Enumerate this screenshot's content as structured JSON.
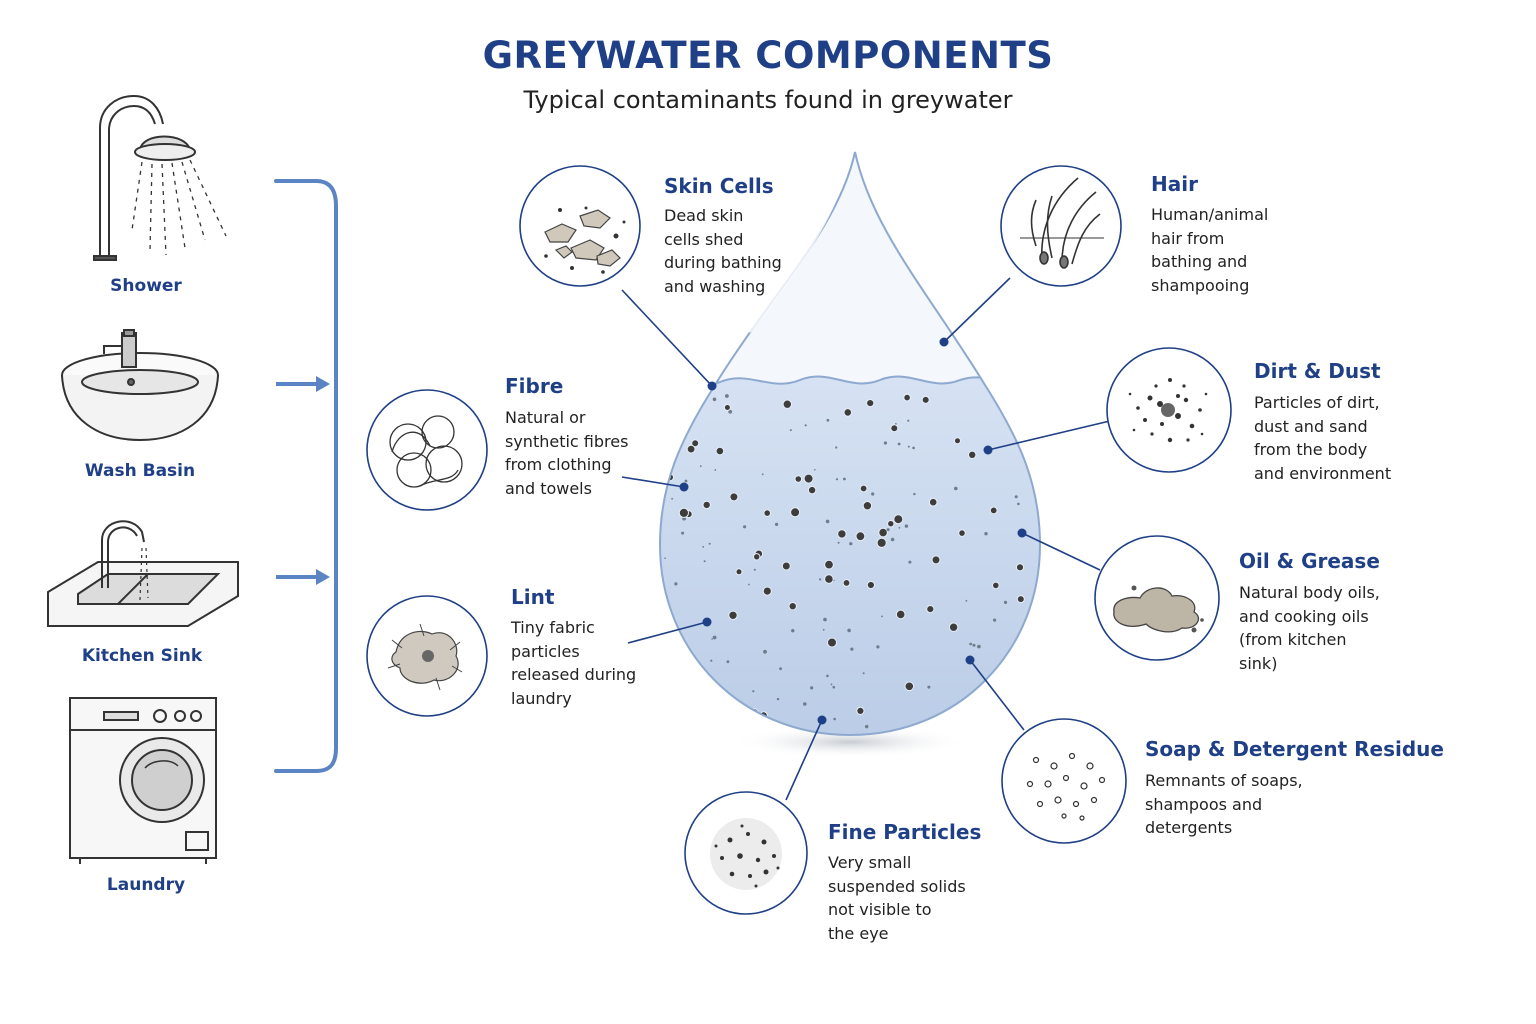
{
  "title": "GREYWATER COMPONENTS",
  "subtitle": "Typical contaminants found in greywater",
  "colors": {
    "accent": "#1f3f86",
    "bracket": "#5b84c4",
    "water": "#c9d8ee",
    "water_edge": "#8ea9cf"
  },
  "sources": [
    {
      "label": "Shower",
      "icon": "shower-icon"
    },
    {
      "label": "Wash Basin",
      "icon": "wash-basin-icon"
    },
    {
      "label": "Kitchen Sink",
      "icon": "kitchen-sink-icon"
    },
    {
      "label": "Laundry",
      "icon": "washing-machine-icon"
    }
  ],
  "components": {
    "skin_cells": {
      "title": "Skin Cells",
      "description": "Dead skin\ncells shed\nduring bathing\nand washing"
    },
    "hair": {
      "title": "Hair",
      "description": "Human/animal\nhair from\nbathing and\nshampooing"
    },
    "fibre": {
      "title": "Fibre",
      "description": "Natural or\nsynthetic fibres\nfrom clothing\nand towels"
    },
    "dirt_dust": {
      "title": "Dirt & Dust",
      "description": "Particles of dirt,\ndust and sand\nfrom the body\nand environment"
    },
    "oil_grease": {
      "title": "Oil & Grease",
      "description": "Natural body oils,\nand cooking oils\n(from kitchen\nsink)"
    },
    "lint": {
      "title": "Lint",
      "description": "Tiny fabric\nparticles\nreleased during\nlaundry"
    },
    "soap_detergent": {
      "title": "Soap & Detergent Residue",
      "description": "Remnants of soaps,\nshampoos and\ndetergents"
    },
    "fine_particles": {
      "title": "Fine Particles",
      "description": "Very small\nsuspended solids\nnot visible to\nthe eye"
    }
  }
}
